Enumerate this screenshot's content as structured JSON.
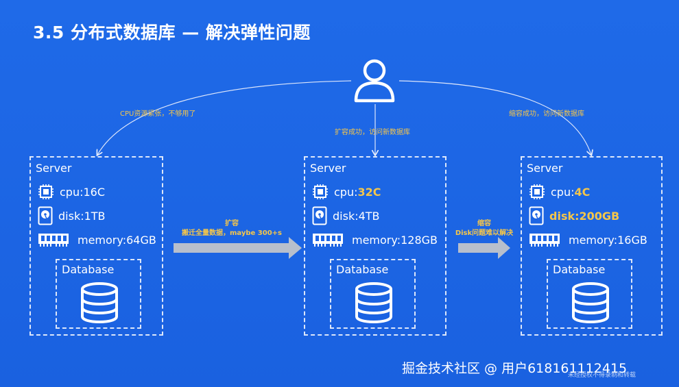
{
  "title": "3.5 分布式数据库 — 解决弹性问题",
  "notes": {
    "left": "CPU资源紧张，不够用了",
    "center": "扩容成功，访问新数据库",
    "right": "缩容成功，访问新数据库"
  },
  "servers": [
    {
      "label": "Server",
      "cpu_prefix": "cpu: ",
      "cpu_value": "16C",
      "disk_prefix": "disk: ",
      "disk_value": "1TB",
      "memory_prefix": "memory: ",
      "memory_value": "64GB",
      "database_label": "Database"
    },
    {
      "label": "Server",
      "cpu_prefix": "cpu: ",
      "cpu_value": "32C",
      "disk_prefix": "disk: ",
      "disk_value": "4TB",
      "memory_prefix": "memory: ",
      "memory_value": "128GB",
      "database_label": "Database"
    },
    {
      "label": "Server",
      "cpu_prefix": "cpu: ",
      "cpu_value": "4C",
      "disk_prefix": "disk: ",
      "disk_value": "200GB",
      "memory_prefix": "memory: ",
      "memory_value": "16GB",
      "database_label": "Database"
    }
  ],
  "arrows": {
    "expand_line1": "扩容",
    "expand_line2": "搬迁全量数据，maybe 300+s",
    "shrink_line1": "缩容",
    "shrink_line2": "Disk问题难以解决"
  },
  "watermark": "掘金技术社区 @ 用户618161112415",
  "watermark_sub": "未经授权不得录制和转载",
  "colors": {
    "background": "#1e66e6",
    "highlight": "#f5c64a",
    "arrow": "#b8bfcc"
  }
}
